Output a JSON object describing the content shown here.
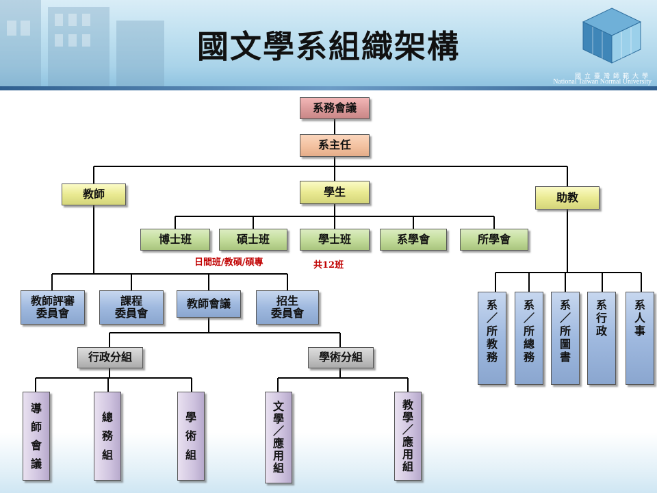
{
  "header": {
    "title": "國文學系組織架構",
    "university_cn": "國立臺灣師範大學",
    "university_en": "National Taiwan Normal University"
  },
  "chart": {
    "council": "系務會議",
    "chair": "系主任",
    "faculty": "教師",
    "students": "學生",
    "assistants": "助教",
    "programs": {
      "phd": "博士班",
      "masters": "碩士班",
      "bachelor": "學士班",
      "dept_assoc": "系學會",
      "grad_assoc": "所學會"
    },
    "notes": {
      "masters_types": "日間班/教碩/碩專",
      "bachelor_count": "共12班"
    },
    "committees": {
      "review": [
        "教師評審",
        "委員會"
      ],
      "curriculum": [
        "課程",
        "委員會"
      ],
      "faculty_meeting": "教師會議",
      "admissions": [
        "招生",
        "委員會"
      ]
    },
    "groups": {
      "admin": "行政分組",
      "academic": "學術分組"
    },
    "admin_units": {
      "advisor_meeting": [
        "導",
        "師",
        "會",
        "議"
      ],
      "general_affairs": [
        "總",
        "務",
        "組"
      ],
      "academic_unit": [
        "學",
        "術",
        "組"
      ]
    },
    "academic_units": {
      "literature": [
        "文",
        "學",
        "／",
        "應",
        "用",
        "組"
      ],
      "teaching": [
        "教",
        "學",
        "／",
        "應",
        "用",
        "組"
      ]
    },
    "assistant_units": {
      "academic_affairs": [
        "系",
        "／",
        "所",
        "教",
        "務"
      ],
      "general": [
        "系",
        "／",
        "所",
        "總",
        "務"
      ],
      "library": [
        "系",
        "／",
        "所",
        "圖",
        "書"
      ],
      "admin": [
        "系",
        "行",
        "政"
      ],
      "personnel": [
        "系",
        "人",
        "事"
      ]
    }
  }
}
